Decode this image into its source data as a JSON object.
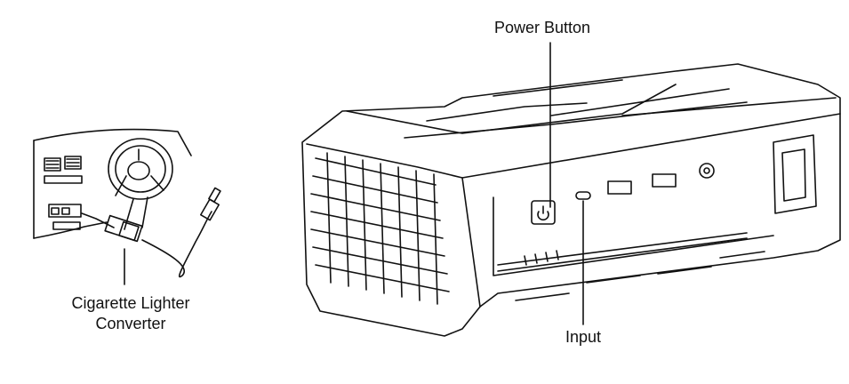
{
  "labels": {
    "power_button": "Power Button",
    "input": "Input",
    "cigarette_lighter_line1": "Cigarette Lighter",
    "cigarette_lighter_line2": "Converter"
  },
  "colors": {
    "line": "#111111",
    "background": "#ffffff"
  },
  "icons": {
    "device": "jump-starter-icon",
    "car": "car-dashboard-icon",
    "power": "power-icon"
  }
}
